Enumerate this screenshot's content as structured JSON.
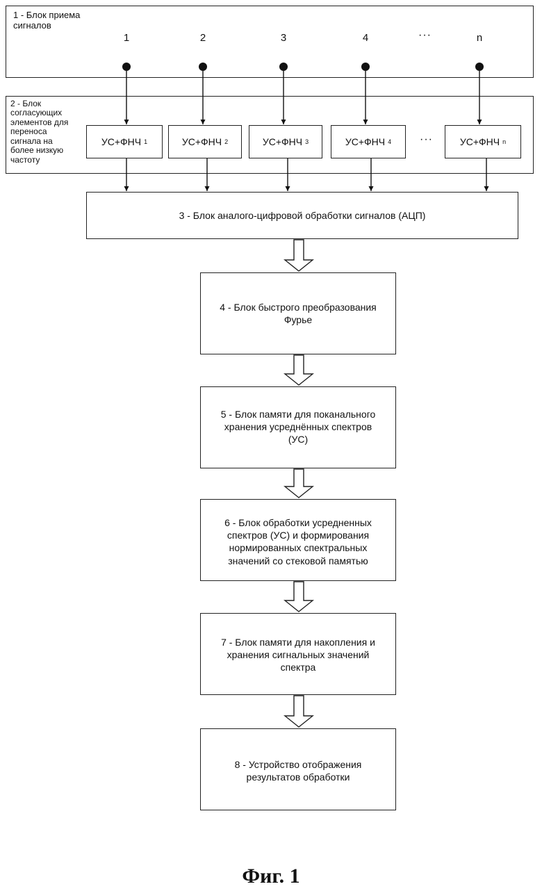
{
  "block1": {
    "label_line1": "1 - Блок приема",
    "label_line2": "сигналов"
  },
  "inputs": [
    "1",
    "2",
    "3",
    "4",
    "n"
  ],
  "ellipsis": "···",
  "block2": {
    "label_lines": [
      "2 - Блок",
      "согласующих",
      "элементов для",
      "переноса",
      "сигнала на",
      "более низкую",
      "частоту"
    ]
  },
  "channels": [
    {
      "text": "УС+ФНЧ",
      "sub": "1"
    },
    {
      "text": "УС+ФНЧ",
      "sub": "2"
    },
    {
      "text": "УС+ФНЧ",
      "sub": "3"
    },
    {
      "text": "УС+ФНЧ",
      "sub": "4"
    },
    {
      "text": "УС+ФНЧ",
      "sub": "n"
    }
  ],
  "block3": {
    "text": "3 - Блок аналого-цифровой обработки сигналов (АЦП)"
  },
  "block4": {
    "lines": [
      "4 - Блок быстрого преобразования",
      "Фурье"
    ]
  },
  "block5": {
    "lines": [
      "5 - Блок памяти для поканального",
      "хранения усреднённых спектров",
      "(УС)"
    ]
  },
  "block6": {
    "lines": [
      "6 - Блок обработки усредненных",
      "спектров (УС) и формирования",
      "нормированных спектральных",
      "значений со стековой памятью"
    ]
  },
  "block7": {
    "lines": [
      "7 - Блок памяти для накопления и",
      "хранения сигнальных значений",
      "спектра"
    ]
  },
  "block8": {
    "lines": [
      "8 - Устройство отображения",
      "результатов обработки"
    ]
  },
  "caption": "Фиг. 1"
}
